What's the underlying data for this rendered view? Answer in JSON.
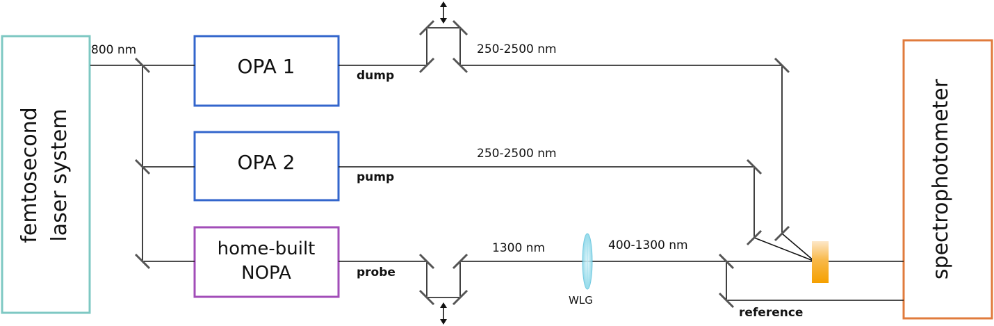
{
  "laser": {
    "line1": "femtosecond",
    "line2": "laser system",
    "border_color": "#7ec8c3"
  },
  "spectro": {
    "label": "spectrophotometer",
    "border_color": "#e07b3c"
  },
  "opa1": {
    "label": "OPA 1",
    "border_color": "#3366cc"
  },
  "opa2": {
    "label": "OPA 2",
    "border_color": "#3366cc"
  },
  "nopa": {
    "line1": "home-built",
    "line2": "NOPA",
    "border_color": "#a24db8"
  },
  "labels": {
    "nm800": "800 nm",
    "dump": "dump",
    "pump": "pump",
    "probe": "probe",
    "range1": "250-2500 nm",
    "range2": "250-2500 nm",
    "nm1300": "1300 nm",
    "range3": "400-1300 nm",
    "wlg": "WLG",
    "reference": "reference"
  },
  "colors": {
    "sample": "#f5a623",
    "wlg": "#7fd3e6",
    "beam": "#111111",
    "mirror": "#555555"
  }
}
